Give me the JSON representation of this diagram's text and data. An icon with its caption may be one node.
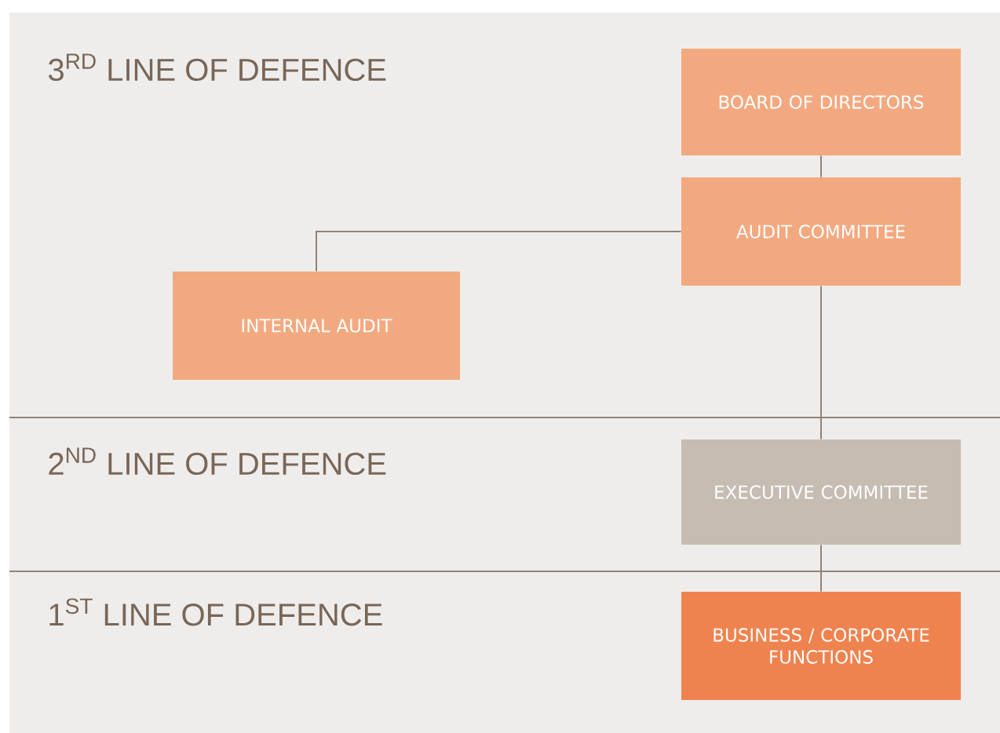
{
  "diagram": {
    "nodes": [
      {
        "text": [
          "BOARD OF DIRECTORS"
        ]
      },
      {
        "text": [
          "AUDIT COMMITTEE"
        ]
      },
      {
        "text": [
          "INTERNAL AUDIT"
        ]
      },
      {
        "text": [
          "EXECUTIVE COMMITTEE"
        ]
      },
      {
        "text": [
          "BUSINESS / CORPORATE FUNCTIONS"
        ]
      }
    ],
    "edges": [
      {
        "from": 0,
        "to": 1,
        "arrow": "none"
      },
      {
        "from": 1,
        "to": 2,
        "arrow": "none"
      },
      {
        "from": 1,
        "to": 3,
        "arrow": "none"
      },
      {
        "from": 3,
        "to": 4,
        "arrow": "none"
      }
    ],
    "labels": [
      "3$^{RD}$ LINE OF DEFENCE",
      "2$^{ND}$ LINE OF DEFENCE",
      "1$^{ST}$ LINE OF DEFENCE"
    ]
  }
}
